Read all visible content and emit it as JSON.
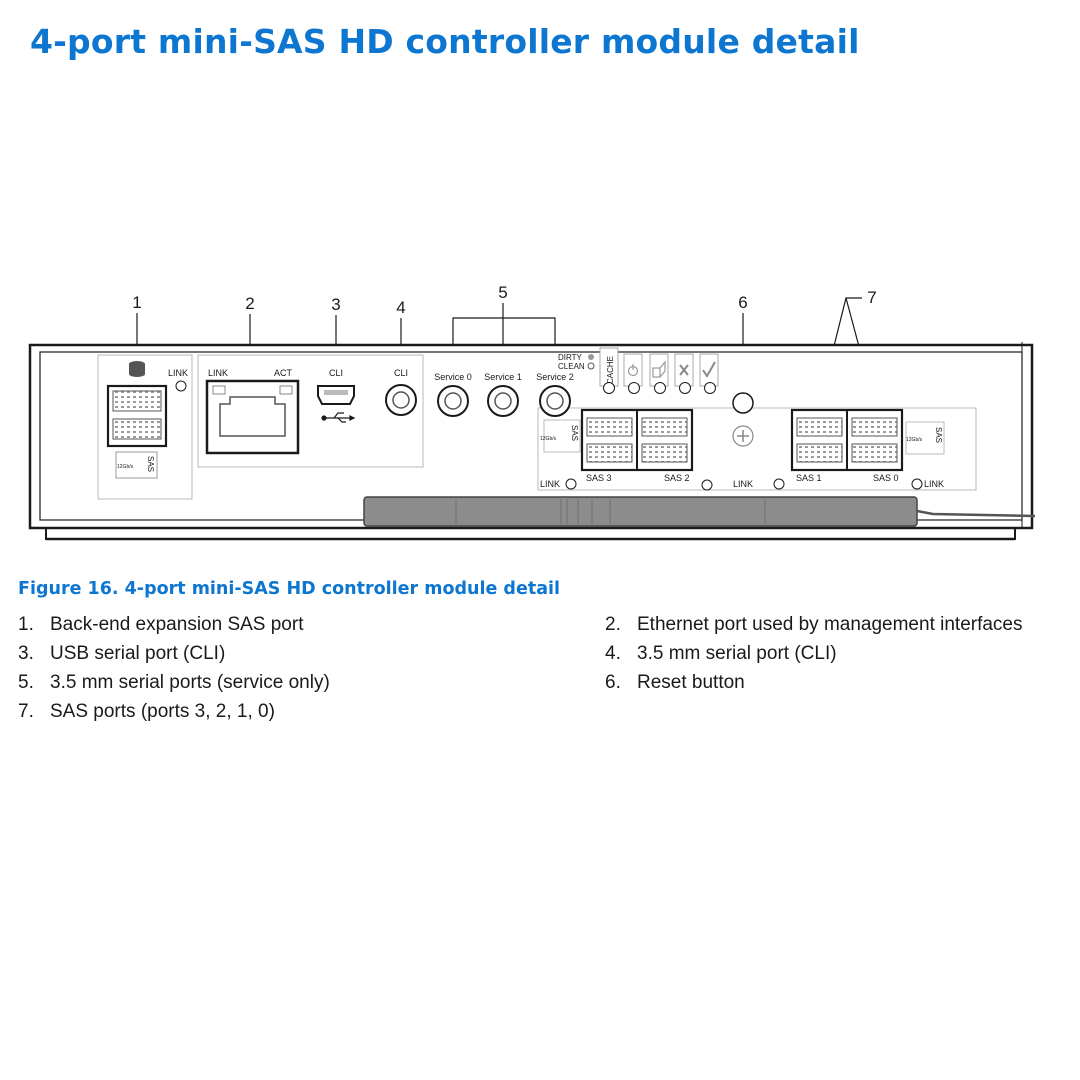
{
  "page": {
    "title": "4-port mini-SAS HD controller module detail"
  },
  "figure": {
    "caption": "Figure 16. 4-port mini-SAS HD controller module detail",
    "callouts": [
      "1",
      "2",
      "3",
      "4",
      "5",
      "6",
      "7"
    ],
    "panel_labels": {
      "link_expansion": "LINK",
      "eth_link": "LINK",
      "eth_act": "ACT",
      "cli_usb": "CLI",
      "cli_audio": "CLI",
      "service0": "Service 0",
      "service1": "Service 1",
      "service2": "Service 2",
      "dirty": "DIRTY",
      "clean": "CLEAN",
      "cache": "CACHE",
      "sas_text": "SAS",
      "speed": "12Gb/s",
      "sas3": "SAS 3",
      "sas2": "SAS 2",
      "sas1": "SAS 1",
      "sas0": "SAS 0",
      "link_left": "LINK",
      "link_mid": "LINK",
      "link_right": "LINK"
    }
  },
  "legend": [
    {
      "num": "1.",
      "text": "Back-end expansion SAS port"
    },
    {
      "num": "2.",
      "text": "Ethernet port used by management interfaces"
    },
    {
      "num": "3.",
      "text": "USB serial port (CLI)"
    },
    {
      "num": "4.",
      "text": "3.5 mm serial port (CLI)"
    },
    {
      "num": "5.",
      "text": "3.5 mm serial ports (service only)"
    },
    {
      "num": "6.",
      "text": "Reset button"
    },
    {
      "num": "7.",
      "text": "SAS ports (ports 3, 2, 1, 0)"
    }
  ]
}
